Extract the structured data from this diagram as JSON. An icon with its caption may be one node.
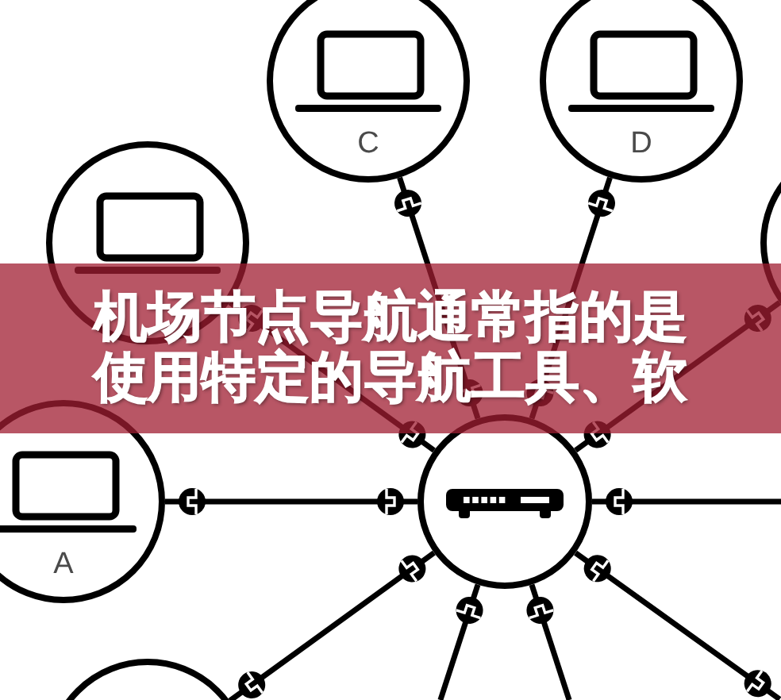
{
  "diagram": {
    "title": "机场节点导航通常指的是使用特定的导航工具、软",
    "nodes": [
      {
        "text": [
          "C"
        ]
      },
      {
        "text": [
          "D"
        ]
      },
      {
        "text": [],
        "shape": "circle"
      },
      {
        "text": [],
        "shape": "circle"
      },
      {
        "text": [
          "A"
        ]
      },
      {
        "text": [],
        "shape": "circle"
      },
      {
        "text": [],
        "shape": "circle"
      }
    ],
    "edges": [
      {
        "from": 5,
        "to": 0,
        "arrow": "other"
      },
      {
        "from": 5,
        "to": 1,
        "arrow": "other"
      },
      {
        "from": 5,
        "to": 2,
        "arrow": "other"
      },
      {
        "from": 5,
        "to": 3,
        "arrow": "other"
      },
      {
        "from": 5,
        "to": 4,
        "arrow": "other"
      },
      {
        "from": 5,
        "to": null,
        "arrow": "other"
      },
      {
        "from": 5,
        "to": 6,
        "arrow": "other"
      },
      {
        "from": 5,
        "to": null,
        "arrow": "other"
      },
      {
        "from": 5,
        "to": null,
        "arrow": "other"
      },
      {
        "from": 5,
        "to": null,
        "arrow": "other"
      }
    ]
  }
}
